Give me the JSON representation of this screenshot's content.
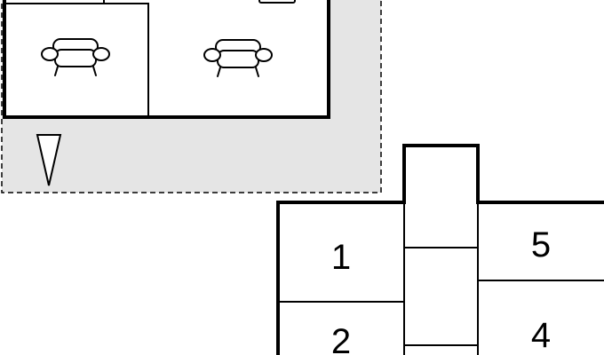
{
  "floor_plan": {
    "colors": {
      "background": "#ffffff",
      "walls": "#000000",
      "patio_fill": "#e5e5e5"
    },
    "icons": [
      "armchair-icon",
      "armchair-icon",
      "north-arrow-icon"
    ],
    "room_labels": {
      "room_1": "1",
      "room_2": "2",
      "room_4": "4",
      "room_5": "5"
    }
  }
}
